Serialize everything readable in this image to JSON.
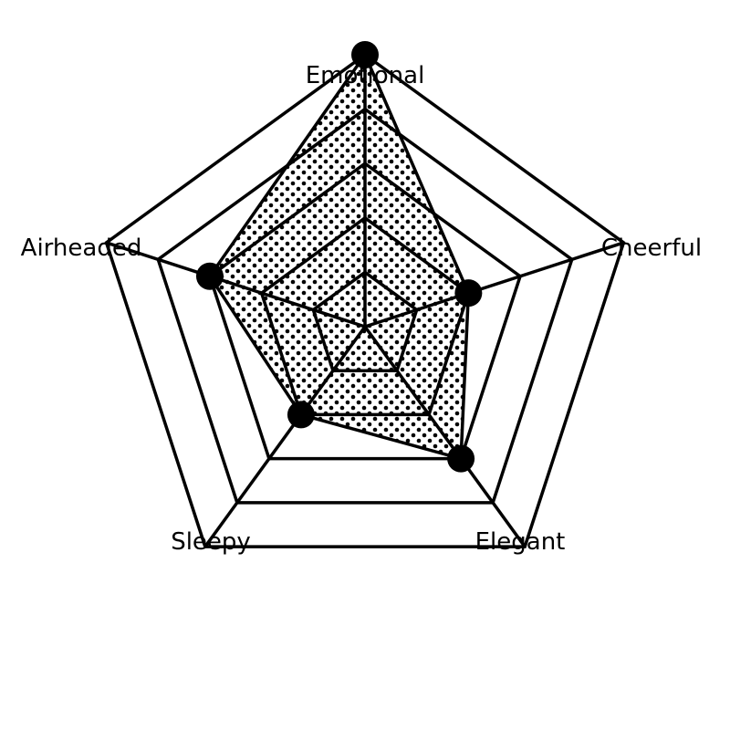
{
  "chart_data": {
    "type": "radar",
    "axes": [
      "Emotional",
      "Cheerful",
      "Elegant",
      "Sleepy",
      "Airheaded"
    ],
    "series": [
      {
        "values": [
          5,
          2,
          3,
          2,
          3
        ]
      }
    ],
    "range": [
      0,
      5
    ],
    "rings": [
      1,
      2,
      3,
      4,
      5
    ],
    "grid": true,
    "fill": "dotted",
    "colors": {
      "line": "#000000",
      "background": "#ffffff"
    }
  }
}
